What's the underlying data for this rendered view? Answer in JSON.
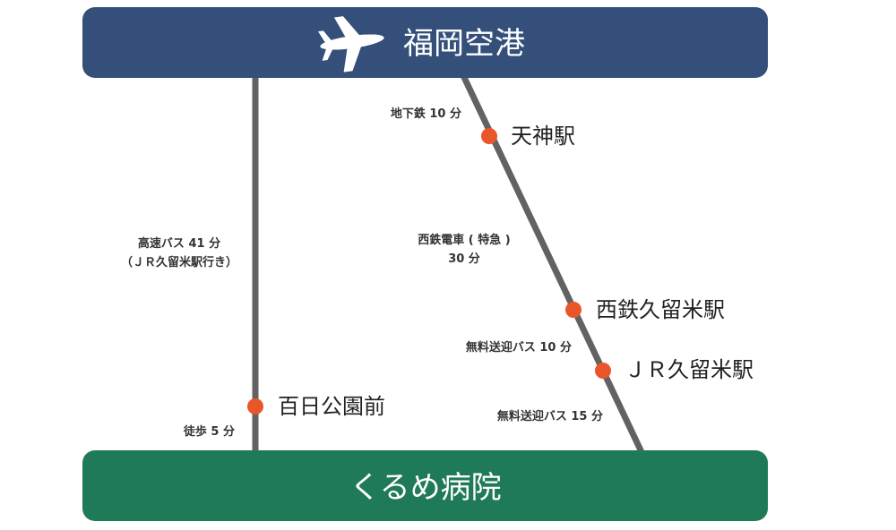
{
  "origin": {
    "name": "福岡空港",
    "icon": "airplane-icon"
  },
  "destination": {
    "name": "くるめ病院"
  },
  "stations": {
    "tenjin": "天神駅",
    "nishitetsu_kurume": "西鉄久留米駅",
    "jr_kurume": "ＪＲ久留米駅",
    "momochi": "百日公園前"
  },
  "routes": {
    "subway": "地下鉄 10 分",
    "nishitetsu_line1": "西鉄電車 ( 特急 )",
    "nishitetsu_line2": "30 分",
    "shuttle_nishitetsu": "無料送迎バス 10 分",
    "shuttle_jr": "無料送迎バス 15 分",
    "highway_bus_line1": "高速バス 41 分",
    "highway_bus_line2": "（ＪＲ久留米駅行き）",
    "walk": "徒歩 5 分"
  },
  "colors": {
    "origin_bar": "#334f7a",
    "destination_bar": "#1f7a57",
    "line": "#626262",
    "station_dot": "#e8562a"
  }
}
